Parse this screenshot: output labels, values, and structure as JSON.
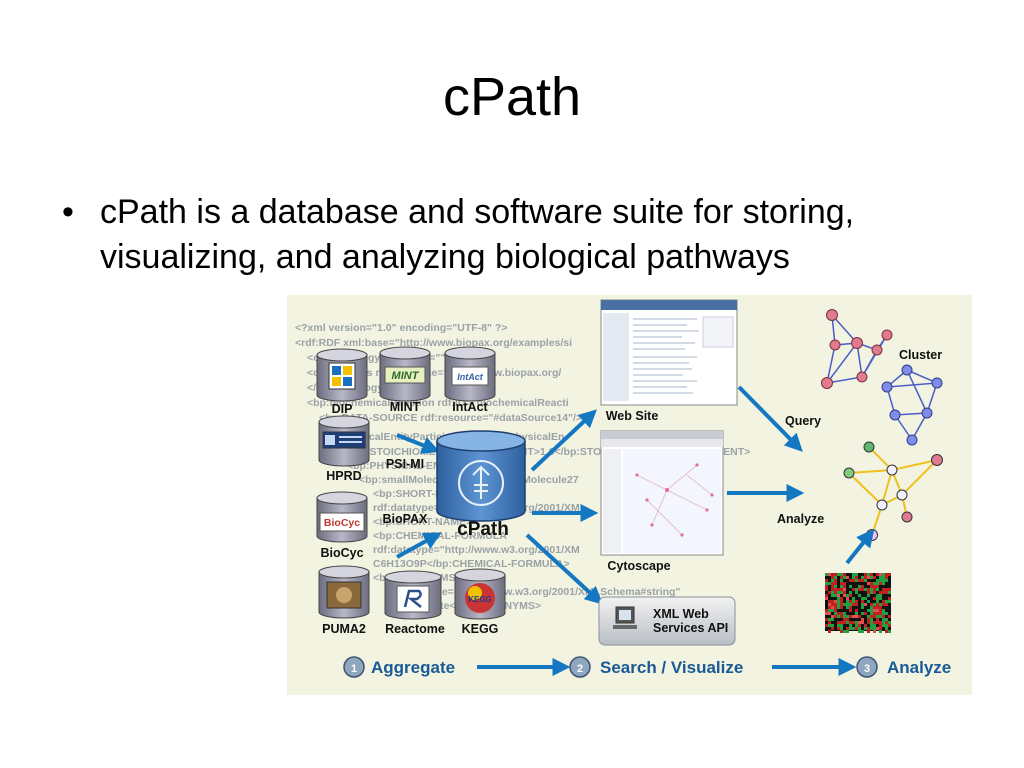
{
  "slide": {
    "title": "cPath",
    "bullet_symbol": "•",
    "bullet": "cPath is a database and software suite for storing, visualizing, and analyzing biological pathways"
  },
  "figure": {
    "xml_lines": [
      "<?xml version=\"1.0\" encoding=\"UTF-8\" ?>",
      "<rdf:RDF xml:base=\"http://www.biopax.org/examples/si",
      "<owl:Ontology rdf:about=\"\">",
      "<owl:imports rdf:resource=\"http://www.biopax.org/",
      "</owl:Ontology>",
      "<bp:biochemicalReaction rdf:ID=\"biochemicalReacti",
      "<bp:DATA-SOURCE rdf:resource=\"#dataSource14\"/>",
      "<bp:physicalEntityParticipant rdf:ID=\"physicalEn",
      "<bp:STOICHIOMETRIC-COEFFICIENT>1.0</bp:STOICHIOMETRIC-COEFFICIENT>",
      "<bp:PHYSICAL-ENTITY>",
      "<bp:smallMolecule rdf:ID=\"smallMolecule27",
      "<bp:SHORT-NAME",
      "rdf:datatype=\"http://www.w3.org/2001/XM",
      "<bp:SHORT-NAME>",
      "<bp:CHEMICAL-FORMULA",
      "rdf:datatype=\"http://www.w3.org/2001/XM",
      "C6H13O9P</bp:CHEMICAL-FORMULA>",
      "<bp:SYNONYMS",
      "rdf:datatype=\"http://www.w3.org/2001/XMLSchema#string\"",
      "6-phosphate</bp:SYNONYMS>"
    ],
    "sources": {
      "dip": "DIP",
      "mint": "MINT",
      "mint_logo": "MINT",
      "intact": "IntAct",
      "intact_logo": "IntAct",
      "hprd": "HPRD",
      "biocyc": "BioCyc",
      "biocyc_logo": "BioCyc",
      "puma2": "PUMA2",
      "reactome": "Reactome",
      "kegg": "KEGG",
      "kegg_logo": "KEGG"
    },
    "formats": {
      "psimi": "PSI-MI",
      "biopax": "BioPAX"
    },
    "cpath_label": "cPath",
    "web_site": "Web Site",
    "cytoscape": "Cytoscape",
    "xml_api_line1": "XML Web",
    "xml_api_line2": "Services API",
    "query": "Query",
    "analyze": "Analyze",
    "cluster": "Cluster",
    "steps": [
      {
        "number": "1",
        "label": "Aggregate"
      },
      {
        "number": "2",
        "label": "Search / Visualize"
      },
      {
        "number": "3",
        "label": "Analyze"
      }
    ],
    "colors": {
      "panel_bg": "#f2f3e0",
      "arrow": "#1477c2",
      "step_text": "#1a5a96",
      "cylinder": "#3f78b8"
    }
  }
}
